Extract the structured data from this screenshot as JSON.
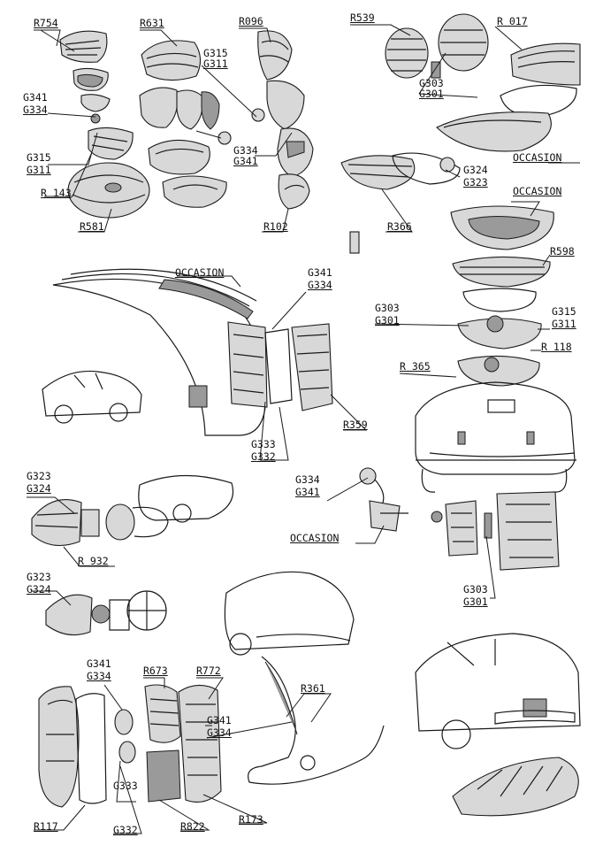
{
  "labels": {
    "r754": "R754",
    "r631": "R631",
    "r096": "R096",
    "r539": "R539",
    "r017": "R 017",
    "g315_a": "G315",
    "g311_a": "G311",
    "g303_a": "G303",
    "g301_a": "G301",
    "g341_a": "G341",
    "g334_a": "G334",
    "g315_b": "G315",
    "g311_b": "G311",
    "g334_b": "G334",
    "g341_b": "G341",
    "occasion_a": "OCCASION",
    "g324_a": "G324",
    "g323_a": "G323",
    "r143": "R 143",
    "r581": "R581",
    "r102": "R102",
    "r366": "R366",
    "occasion_b": "OCCASION",
    "occasion_c": "OCCASION",
    "g341_c": "G341",
    "g334_c": "G334",
    "r598": "R598",
    "g303_b": "G303",
    "g301_b": "G301",
    "g315_c": "G315",
    "g311_c": "G311",
    "r118": "R 118",
    "r365": "R 365",
    "r359": "R359",
    "g333_a": "G333",
    "g332_a": "G332",
    "g323_b": "G323",
    "g324_b": "G324",
    "g334_d": "G334",
    "g341_d": "G341",
    "occasion_d": "OCCASION",
    "r932": "R 932",
    "g323_c": "G323",
    "g324_c": "G324",
    "g303_c": "G303",
    "g301_c": "G301",
    "g341_e": "G341",
    "g334_e": "G334",
    "r673": "R673",
    "r772": "R772",
    "r361": "R361",
    "g341_f": "G341",
    "g334_f": "G334",
    "g333_b": "G333",
    "g332_b": "G332",
    "r117": "R117",
    "r822": "R822",
    "r173": "R173"
  }
}
